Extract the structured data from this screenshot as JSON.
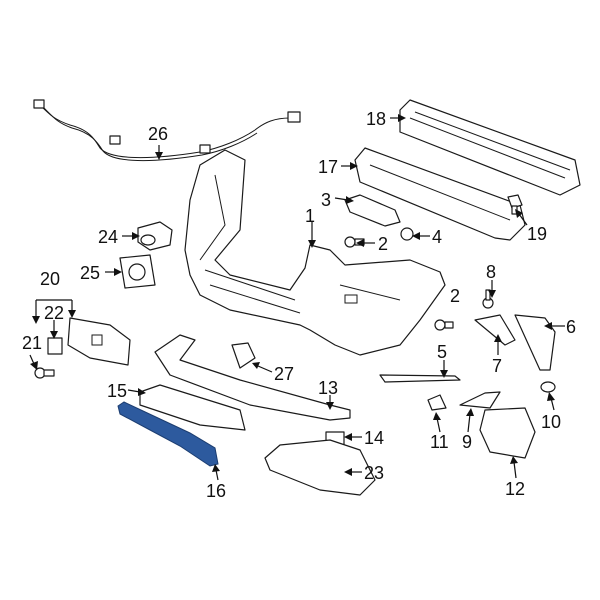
{
  "diagram": {
    "highlight_color": "#2d5a9e",
    "callouts": {
      "c1": "1",
      "c2a": "2",
      "c2b": "2",
      "c3": "3",
      "c4": "4",
      "c5": "5",
      "c6": "6",
      "c7": "7",
      "c8": "8",
      "c9": "9",
      "c10": "10",
      "c11": "11",
      "c12": "12",
      "c13": "13",
      "c14": "14",
      "c15": "15",
      "c16": "16",
      "c17": "17",
      "c18": "18",
      "c19": "19",
      "c20": "20",
      "c21": "21",
      "c22": "22",
      "c23": "23",
      "c24": "24",
      "c25": "25",
      "c26": "26",
      "c27": "27"
    }
  }
}
